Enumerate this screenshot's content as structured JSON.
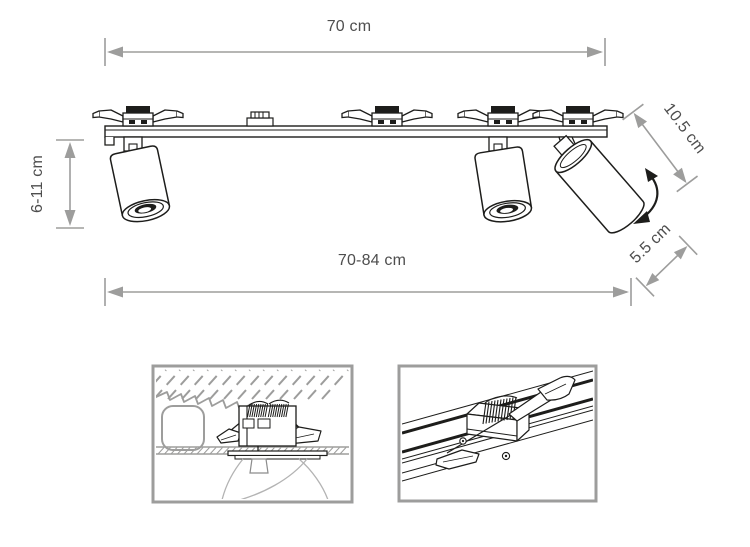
{
  "page": {
    "background_color": "#ffffff"
  },
  "diagram": {
    "type": "technical-dimension-line-drawing",
    "subject": "three-spot adjustable ceiling rail luminaire with mounting detail insets",
    "colors": {
      "drawing_line": "#1d1d1b",
      "dimension_line": "#9d9d9c",
      "label_text": "#4e4e4e",
      "inset_frame": "#9d9d9c"
    },
    "dimension_labels": {
      "rail_length": "70 cm",
      "overall_length": "70-84 cm",
      "spot_height": "6-11 cm",
      "spot_body_length": "10.5 cm",
      "spot_diameter": "5.5 cm"
    }
  }
}
